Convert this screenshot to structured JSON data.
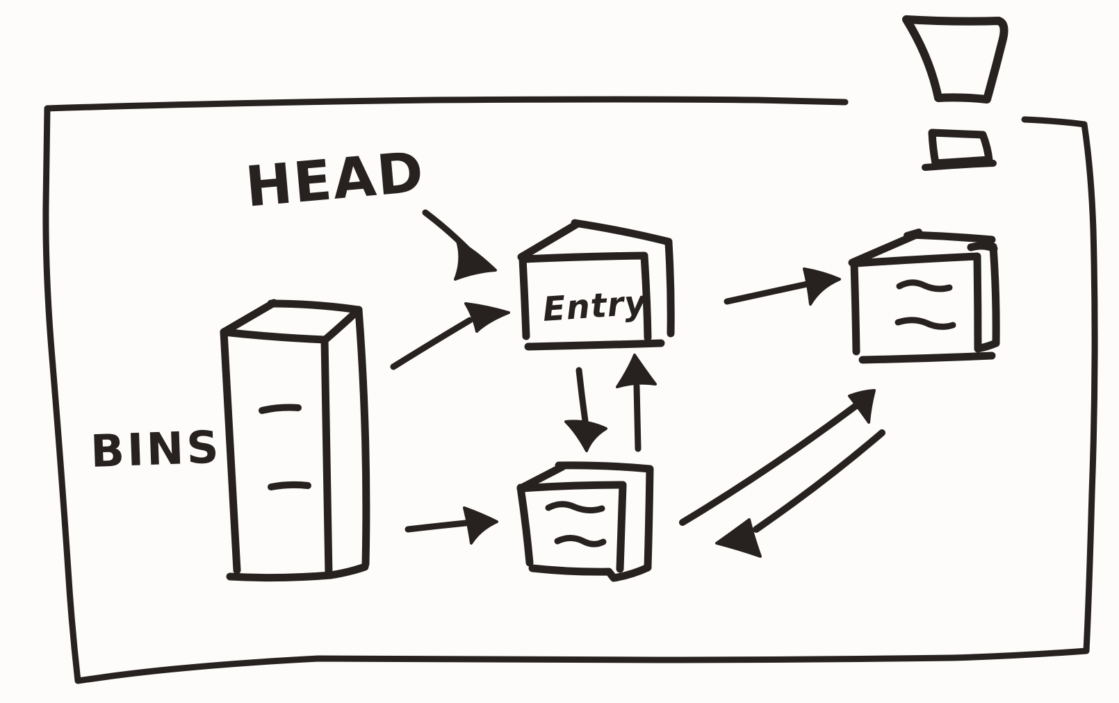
{
  "colors": {
    "paper": "#fdfcfa",
    "ink": "#272220"
  },
  "labels": {
    "head": "HEAD",
    "bins": "BINS",
    "entry": "Entry"
  },
  "decorations": {
    "top_right_glyph": "exclamation-mark"
  },
  "diagram": {
    "kind": "hand-drawn marker sketch of a hash-table bins / linked entry structure inside a frame",
    "nodes": [
      {
        "id": "bins",
        "label": "BINS",
        "shape": "tall-3d-box-with-two-dashes"
      },
      {
        "id": "entry",
        "label": "Entry",
        "shape": "3d-box"
      },
      {
        "id": "next-entry",
        "label": "",
        "shape": "3d-box-with-two-squiggles"
      },
      {
        "id": "collision-entry",
        "label": "",
        "shape": "3d-box-with-two-squiggles"
      }
    ],
    "arrows": [
      {
        "from": "head-label",
        "to": "entry"
      },
      {
        "from": "bins",
        "to": "entry"
      },
      {
        "from": "bins",
        "to": "collision-entry"
      },
      {
        "from": "entry",
        "to": "collision-entry"
      },
      {
        "from": "collision-entry",
        "to": "entry"
      },
      {
        "from": "entry",
        "to": "next-entry"
      },
      {
        "from": "collision-entry",
        "to": "next-entry"
      },
      {
        "from": "next-entry",
        "to": "collision-entry"
      }
    ]
  }
}
